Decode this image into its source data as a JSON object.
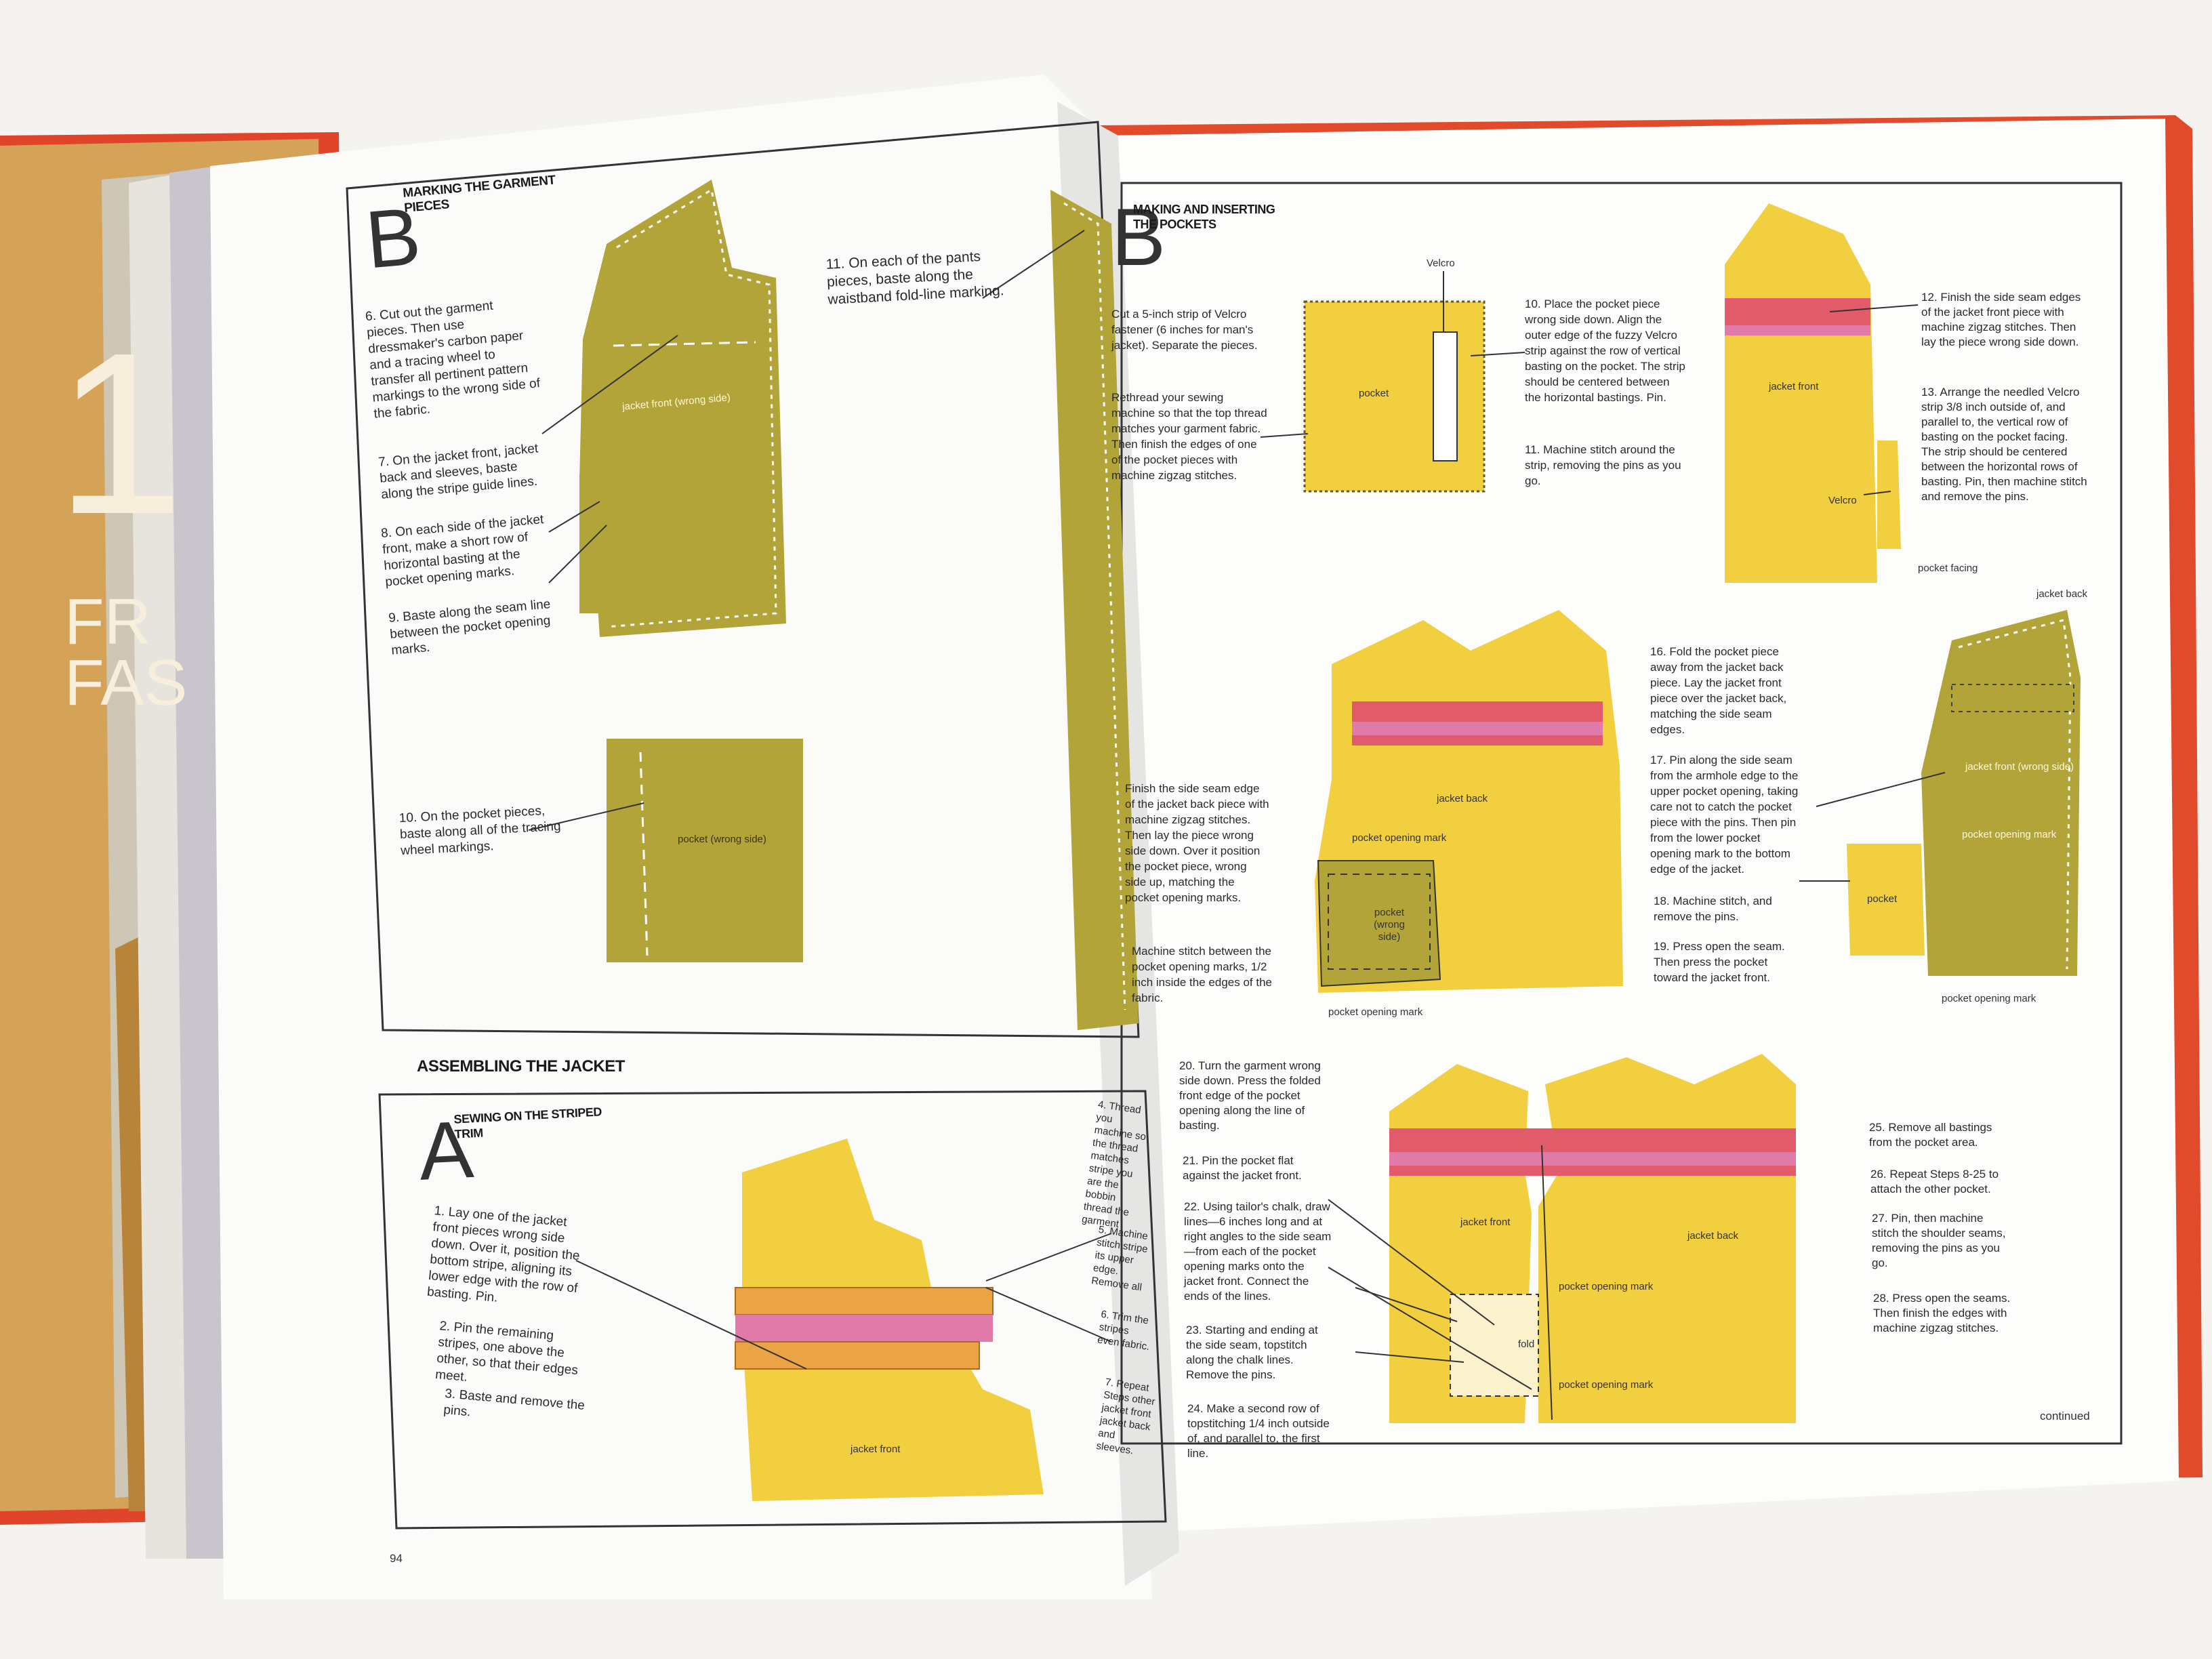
{
  "left_page": {
    "heading_B": "MARKING THE GARMENT PIECES",
    "step_letter_B": "B",
    "step6": "6. Cut out the garment pieces. Then use dressmaker's carbon paper and a tracing wheel to transfer all pertinent pattern markings to the wrong side of the fabric.",
    "step7": "7. On the jacket front, jacket back and sleeves, baste along the stripe guide lines.",
    "step8": "8. On each side of the jacket front, make a short row of horizontal basting at the pocket opening marks.",
    "step9": "9. Baste along the seam line between the pocket opening marks.",
    "step10": "10. On the pocket pieces, baste along all of the tracing wheel markings.",
    "step11": "11. On each of the pants pieces, baste along the waistband fold-line marking.",
    "label_jacket_front_wrong": "jacket front (wrong side)",
    "label_pocket_wrong": "pocket (wrong side)",
    "assembling_heading": "ASSEMBLING THE JACKET",
    "heading_A": "SEWING ON THE STRIPED TRIM",
    "step_letter_A": "A",
    "stepA1": "1. Lay one of the jacket front pieces wrong side down. Over it, position the bottom stripe, aligning its lower edge with the row of basting. Pin.",
    "stepA2": "2. Pin the remaining stripes, one above the other, so that their edges meet.",
    "stepA3": "3. Baste and remove the pins.",
    "label_jacket_front": "jacket front",
    "edge_text_4": "4. Thread you machine so the thread matches stripe you are the bobbin thread the garment",
    "edge_text_5": "5. Machine stitch stripe its upper edge. Remove all",
    "edge_text_6": "6. Trim the stripes even fabric.",
    "edge_text_7": "7. Repeat Steps other jacket front jacket back and sleeves.",
    "page_number": "94"
  },
  "spine_left": {
    "big_numeral": "1",
    "word1": "FR",
    "word2": "FAS"
  },
  "right_page": {
    "heading_B": "MAKING AND INSERTING THE POCKETS",
    "step_letter_B": "B",
    "step9_partial": "Cut a 5-inch strip of Velcro fastener (6 inches for man's jacket). Separate the pieces.",
    "rethread_partial": "Rethread your sewing machine so that the top thread matches your garment fabric. Then finish the edges of one of the pocket pieces with machine zigzag stitches.",
    "step10": "10. Place the pocket piece wrong side down. Align the outer edge of the fuzzy Velcro strip against the row of vertical basting on the pocket. The strip should be centered between the horizontal bastings. Pin.",
    "step11": "11. Machine stitch around the strip, removing the pins as you go.",
    "step12": "12. Finish the side seam edges of the jacket front piece with machine zigzag stitches. Then lay the piece wrong side down.",
    "step13": "13. Arrange the needled Velcro strip 3/8 inch outside of, and parallel to, the vertical row of basting on the pocket facing. The strip should be centered between the horizontal rows of basting. Pin, then machine stitch and remove the pins.",
    "finish_partial": "Finish the side seam edge of the jacket back piece with machine zigzag stitches. Then lay the piece wrong side down. Over it position the pocket piece, wrong side up, matching the pocket opening marks.",
    "machine_partial": "Machine stitch between the pocket opening marks, 1/2 inch inside the edges of the fabric.",
    "step16": "16. Fold the pocket piece away from the jacket back piece. Lay the jacket front piece over the jacket back, matching the side seam edges.",
    "step17": "17. Pin along the side seam from the armhole edge to the upper pocket opening, taking care not to catch the pocket piece with the pins. Then pin from the lower pocket opening mark to the bottom edge of the jacket.",
    "step18": "18. Machine stitch, and remove the pins.",
    "step19": "19. Press open the seam. Then press the pocket toward the jacket front.",
    "step20": "20. Turn the garment wrong side down. Press the folded front edge of the pocket opening along the line of basting.",
    "step21": "21. Pin the pocket flat against the jacket front.",
    "step22": "22. Using tailor's chalk, draw lines—6 inches long and at right angles to the side seam—from each of the pocket opening marks onto the jacket front. Connect the ends of the lines.",
    "step23": "23. Starting and ending at the side seam, topstitch along the chalk lines. Remove the pins.",
    "step24": "24. Make a second row of topstitching 1/4 inch outside of, and parallel to, the first line.",
    "step25": "25. Remove all bastings from the pocket area.",
    "step26": "26. Repeat Steps 8-25 to attach the other pocket.",
    "step27": "27. Pin, then machine stitch the shoulder seams, removing the pins as you go.",
    "step28": "28. Press open the seams. Then finish the edges with machine zigzag stitches.",
    "label_velcro": "Velcro",
    "label_pocket": "pocket",
    "label_jacket_front": "jacket front",
    "label_pocket_facing": "pocket facing",
    "label_jacket_back": "jacket back",
    "label_pocket_opening_mark": "pocket opening mark",
    "label_pocket_wrong": "pocket (wrong side)",
    "label_jacket_front_wrong": "jacket front (wrong side)",
    "label_fold": "fold",
    "continued": "continued"
  },
  "colors": {
    "olive": "#b3a43a",
    "yellow": "#f2cf3f",
    "orange": "#eaa445",
    "pink": "#e07aa8",
    "cover_red": "#e0452b",
    "photo_tan": "#d4a357"
  }
}
